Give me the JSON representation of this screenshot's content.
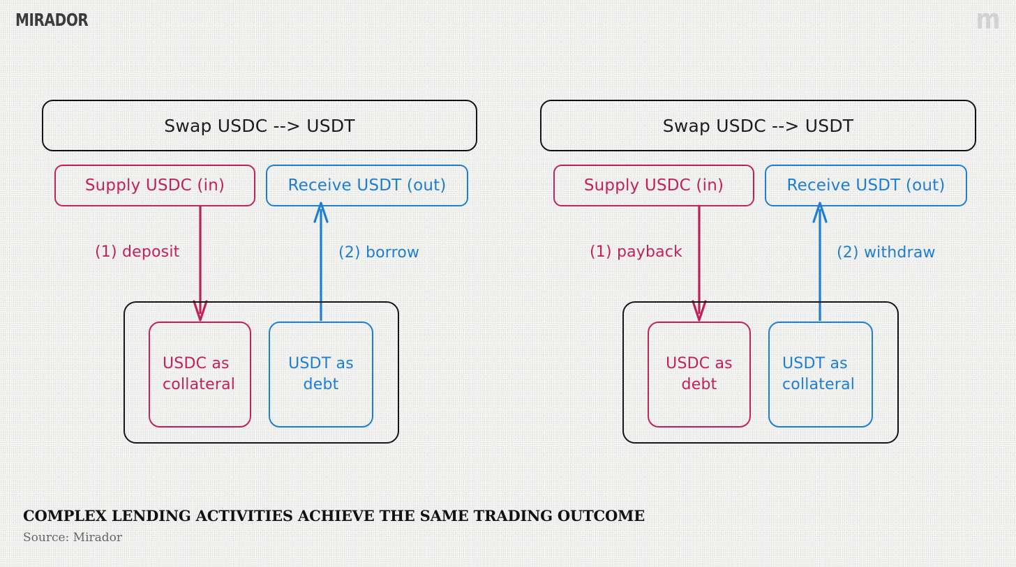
{
  "header": {
    "brand": "MIRADOR",
    "monogram": "m"
  },
  "panels": [
    {
      "id": "left",
      "swap": {
        "label": "Swap USDC --> USDT"
      },
      "input_box": {
        "label": "Supply USDC (in)",
        "color": "#c41e5a"
      },
      "output_box": {
        "label": "Receive USDT (out)",
        "color": "#1a7fd4"
      },
      "steps": [
        {
          "label": "(1) deposit",
          "color": "#c41e5a",
          "direction": "down"
        },
        {
          "label": "(2) borrow",
          "color": "#1a7fd4",
          "direction": "up"
        }
      ],
      "pool": {
        "assets": [
          {
            "label": "USDC as collateral",
            "color": "#c41e5a"
          },
          {
            "label": "USDT as debt",
            "color": "#1a7fd4"
          }
        ]
      }
    },
    {
      "id": "right",
      "swap": {
        "label": "Swap USDC --> USDT"
      },
      "input_box": {
        "label": "Supply USDC (in)",
        "color": "#c41e5a"
      },
      "output_box": {
        "label": "Receive USDT (out)",
        "color": "#1a7fd4"
      },
      "steps": [
        {
          "label": "(1) payback",
          "color": "#c41e5a",
          "direction": "down"
        },
        {
          "label": "(2) withdraw",
          "color": "#1a7fd4",
          "direction": "up"
        }
      ],
      "pool": {
        "assets": [
          {
            "label": "USDC as debt",
            "color": "#c41e5a"
          },
          {
            "label": "USDT as collateral",
            "color": "#1a7fd4"
          }
        ]
      }
    }
  ],
  "caption": {
    "title": "COMPLEX LENDING ACTIVITIES ACHIEVE THE SAME TRADING OUTCOME",
    "source": "Source: Mirador"
  },
  "colors": {
    "background": "#f2f2f1",
    "outline": "#111111",
    "crimson": "#c41e5a",
    "blue": "#1a7fd4",
    "title": "#111111",
    "source": "#656565",
    "logo": "#3b3b3b",
    "watermark": "#d2d2d2"
  }
}
